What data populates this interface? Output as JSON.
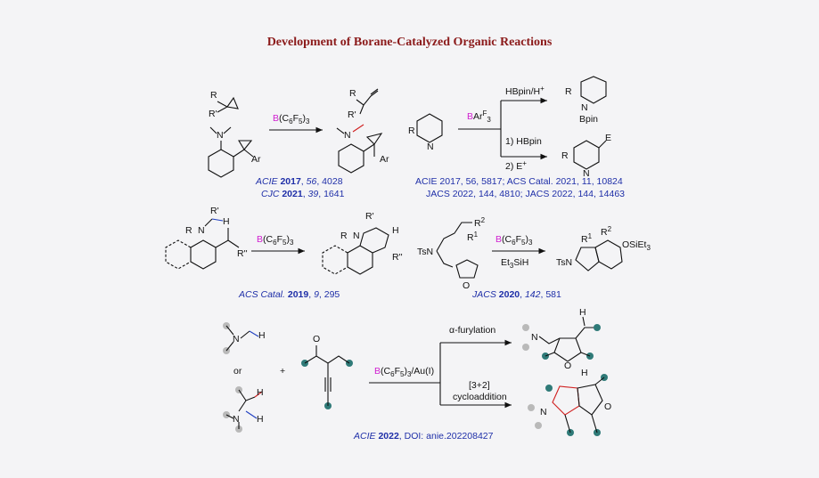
{
  "title": "Development of Borane-Catalyzed Organic Reactions",
  "reagents": {
    "r1": "B(C6F5)3",
    "r2": "BArF3",
    "r2_top": "HBpin/H+",
    "r2_bottom_1": "1) HBpin",
    "r2_bottom_2": "2) E+",
    "r3": "B(C6F5)3",
    "r4": "B(C6F5)3",
    "r4_below": "Et3SiH",
    "r5": "B(C6F5)3/Au(I)",
    "r5_top": "α-furylation",
    "r5_bottom_1": "[3+2]",
    "r5_bottom_2": "cycloaddition"
  },
  "labels": {
    "or": "or",
    "plus": "+",
    "sub_R": "R",
    "sub_Rp": "R'",
    "sub_Rpp": "R''",
    "sub_R1": "R1",
    "sub_R2": "R2",
    "atom_N": "N",
    "atom_H": "H",
    "atom_O": "O",
    "atom_E": "E",
    "ar": "Ar",
    "bpin": "Bpin",
    "ts": "TsN",
    "osiet3": "OSiEt3"
  },
  "refs": [
    {
      "id": "ref1a",
      "journal": "ACIE",
      "year": "2017",
      "vol": "56",
      "page": "4028"
    },
    {
      "id": "ref1b",
      "journal": "CJC",
      "year": "2021",
      "vol": "39",
      "page": "1641"
    },
    {
      "id": "ref2a",
      "text": "ACIE 2017, 56, 5817; ACS Catal. 2021, 11, 10824"
    },
    {
      "id": "ref2b",
      "text": "JACS 2022, 144, 4810; JACS 2022, 144, 14463"
    },
    {
      "id": "ref3",
      "journal": "ACS Catal.",
      "year": "2019",
      "vol": "9",
      "page": "295"
    },
    {
      "id": "ref4",
      "journal": "JACS",
      "year": "2020",
      "vol": "142",
      "page": "581"
    },
    {
      "id": "ref5",
      "journal": "ACIE",
      "year": "2022",
      "doi": "DOI: anie.202208427"
    }
  ]
}
